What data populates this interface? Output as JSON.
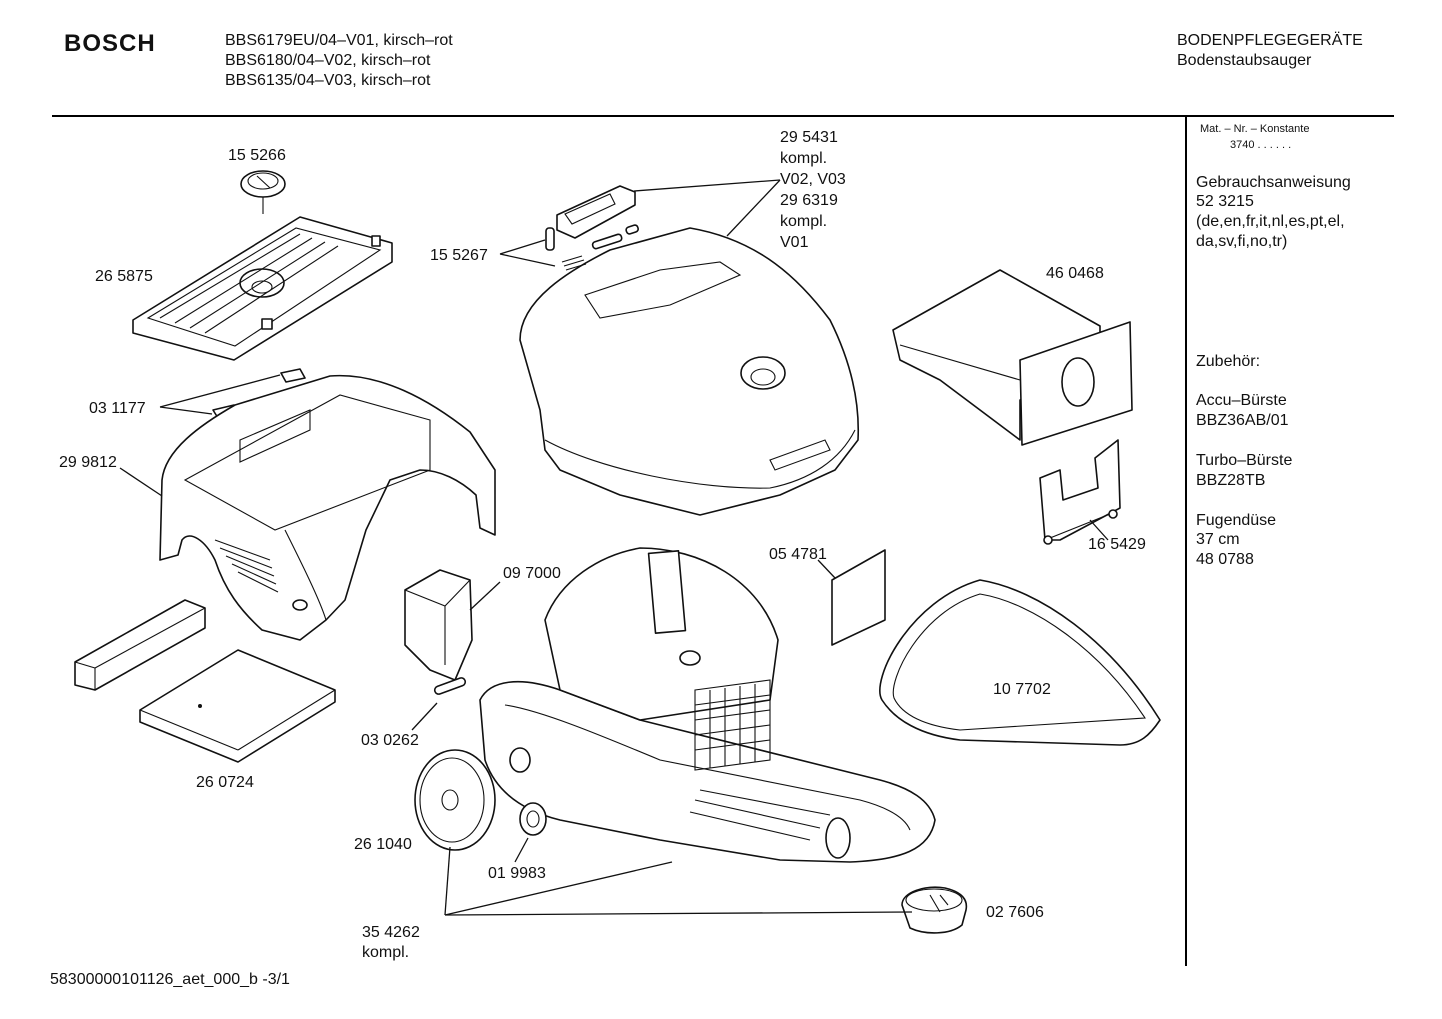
{
  "header": {
    "brand": "BOSCH",
    "models": [
      "BBS6179EU/04–V01, kirsch–rot",
      "BBS6180/04–V02, kirsch–rot",
      "BBS6135/04–V03, kirsch–rot"
    ],
    "category": "BODENPFLEGEGERÄTE",
    "subcategory": "Bodenstaubsauger"
  },
  "sidebar": {
    "mat_label": "Mat. – Nr. – Konstante",
    "mat_value": "3740  .  .  .  .  .  .",
    "manual_title": "Gebrauchsanweisung",
    "manual_number": "52 3215",
    "manual_langs_1": "(de,en,fr,it,nl,es,pt,el,",
    "manual_langs_2": "da,sv,fi,no,tr)",
    "accessories_title": "Zubehör:",
    "accessories": [
      {
        "name": "Accu–Bürste",
        "code": "BBZ36AB/01"
      },
      {
        "name": "Turbo–Bürste",
        "code": "BBZ28TB"
      }
    ],
    "nozzle": {
      "name": "Fugendüse",
      "size": "37 cm",
      "code": "48 0788"
    }
  },
  "parts": {
    "p155266": "15 5266",
    "p265875": "26 5875",
    "p155267": "15 5267",
    "p295431_lines": [
      "29 5431",
      "kompl.",
      "V02, V03",
      "29 6319",
      "kompl.",
      "V01"
    ],
    "p460468": "46 0468",
    "p031177": "03 1177",
    "p299812": "29 9812",
    "p097000": "09 7000",
    "p054781": "05 4781",
    "p165429": "16 5429",
    "p107702": "10 7702",
    "p030262": "03 0262",
    "p260724": "26 0724",
    "p261040": "26 1040",
    "p019983": "01 9983",
    "p027606": "02 7606",
    "p354262": "35 4262",
    "p354262_sub": "kompl."
  },
  "footer": {
    "doc_id": "58300000101126_aet_000_b  -3/1"
  }
}
